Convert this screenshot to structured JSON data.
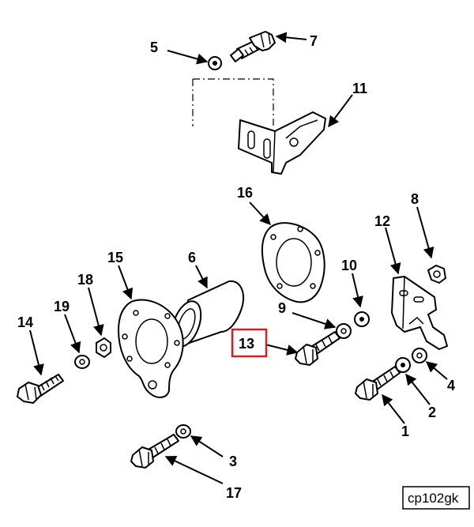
{
  "labels": {
    "p1": "1",
    "p2": "2",
    "p3": "3",
    "p4": "4",
    "p5": "5",
    "p6": "6",
    "p7": "7",
    "p8": "8",
    "p9": "9",
    "p10": "10",
    "p11": "11",
    "p12": "12",
    "p13": "13",
    "p14": "14",
    "p15": "15",
    "p16": "16",
    "p17": "17",
    "p18": "18",
    "p19": "19"
  },
  "highlighted_part": "13",
  "highlight_color": "#d81e1e",
  "figure_code": "cp102gk"
}
